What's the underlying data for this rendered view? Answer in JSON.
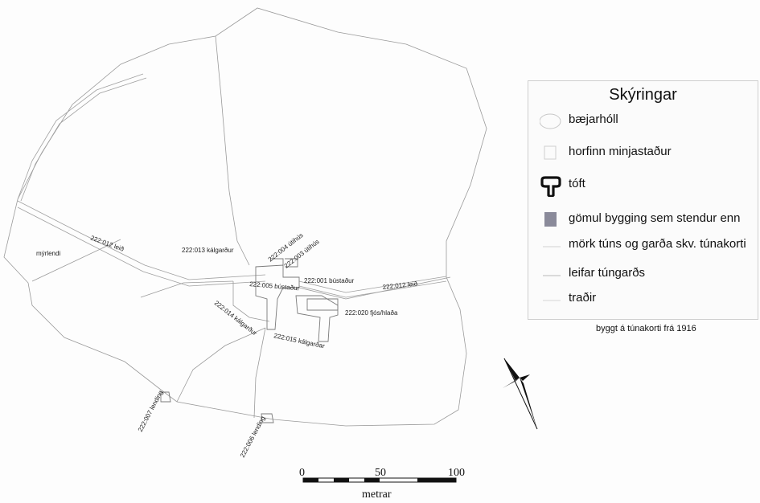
{
  "legend": {
    "title": "Skýringar",
    "items": [
      {
        "symbol": "ellipse-outline-icon",
        "label": "bæjarhóll"
      },
      {
        "symbol": "square-outline-icon",
        "label": "horfinn minjastaður"
      },
      {
        "symbol": "ruin-symbol-icon",
        "label": "tóft"
      },
      {
        "symbol": "filled-square-icon",
        "label": "gömul bygging sem stendur enn",
        "color": "#8a8a9a"
      },
      {
        "symbol": "thin-line-icon",
        "label": "mörk túns og garða skv. túnakorti"
      },
      {
        "symbol": "thin-line-icon",
        "label": "leifar túngarðs"
      },
      {
        "symbol": "thin-line-icon",
        "label": "traðir"
      }
    ],
    "caption": "byggt á túnakorti frá 1916"
  },
  "map_labels": {
    "myrlendi": "mýrlendi",
    "l_012_leid_w": "222:012 leið",
    "l_013": "222:013 kálgarður",
    "l_004": "222:004 útihús",
    "l_003": "222:003 útihús",
    "l_001": "222:001 bústaður",
    "l_005": "222:005 bústaður",
    "l_012_leid_e": "222:012 leið",
    "l_014": "222:014 kálgarður",
    "l_020": "222:020 fjós/hlaða",
    "l_015": "222:015 kálgarðar",
    "l_007": "222:007 lending",
    "l_006": "222:006 lending"
  },
  "scale": {
    "ticks": [
      "0",
      "50",
      "100"
    ],
    "unit": "metrar"
  },
  "north_arrow": "north-arrow-icon"
}
